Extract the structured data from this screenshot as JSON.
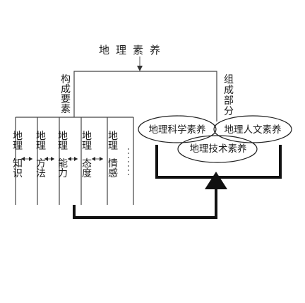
{
  "diagram": {
    "title": "地理素养",
    "left_branch_label": "构成要素",
    "right_branch_label": "组成部分",
    "elements": [
      {
        "line1": "地理",
        "line2": "知识"
      },
      {
        "line1": "地理",
        "line2": "方法"
      },
      {
        "line1": "地理",
        "line2": "能力"
      },
      {
        "line1": "地理",
        "line2": "态度"
      },
      {
        "line1": "地理",
        "line2": "情感"
      }
    ],
    "ellipsis": "⋮",
    "components": [
      "地理科学素养",
      "地理人文素养",
      "地理技术素养"
    ]
  }
}
